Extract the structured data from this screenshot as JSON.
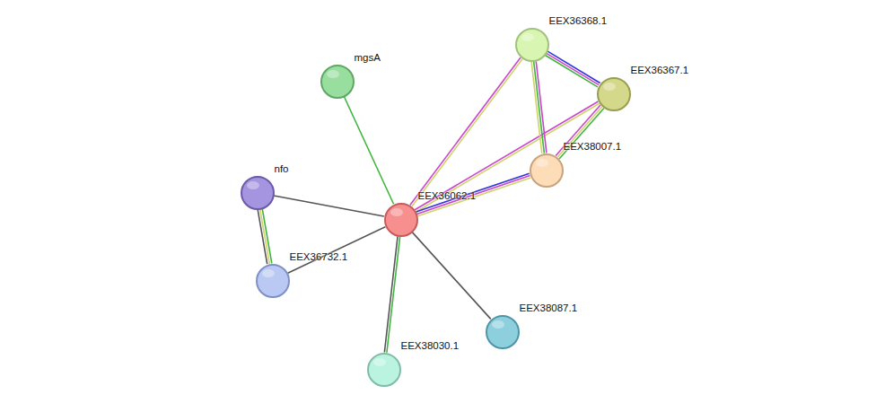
{
  "diagram": {
    "nodes": [
      {
        "text": [
          "EEX36368.1"
        ]
      },
      {
        "text": [
          "mgsA"
        ]
      },
      {
        "text": [
          "EEX36367.1"
        ]
      },
      {
        "text": [
          "EEX38007.1"
        ]
      },
      {
        "text": [
          "nfo"
        ]
      },
      {
        "text": [
          "EEX36062.1"
        ]
      },
      {
        "text": [
          "EEX36732.1"
        ]
      },
      {
        "text": [
          "EEX38087.1"
        ]
      },
      {
        "text": [
          "EEX38030.1"
        ]
      }
    ],
    "edges": [
      {
        "from": 5,
        "to": 1,
        "arrow": "none"
      },
      {
        "from": 5,
        "to": 4,
        "arrow": "none"
      },
      {
        "from": 5,
        "to": 6,
        "arrow": "none"
      },
      {
        "from": 4,
        "to": 6,
        "arrow": "none"
      },
      {
        "from": 5,
        "to": 8,
        "arrow": "none"
      },
      {
        "from": 5,
        "to": 7,
        "arrow": "none"
      },
      {
        "from": 5,
        "to": 0,
        "arrow": "none"
      },
      {
        "from": 5,
        "to": 2,
        "arrow": "none"
      },
      {
        "from": 5,
        "to": 3,
        "arrow": "none"
      },
      {
        "from": 0,
        "to": 2,
        "arrow": "none"
      },
      {
        "from": 0,
        "to": 3,
        "arrow": "none"
      },
      {
        "from": 2,
        "to": 3,
        "arrow": "none"
      }
    ]
  }
}
